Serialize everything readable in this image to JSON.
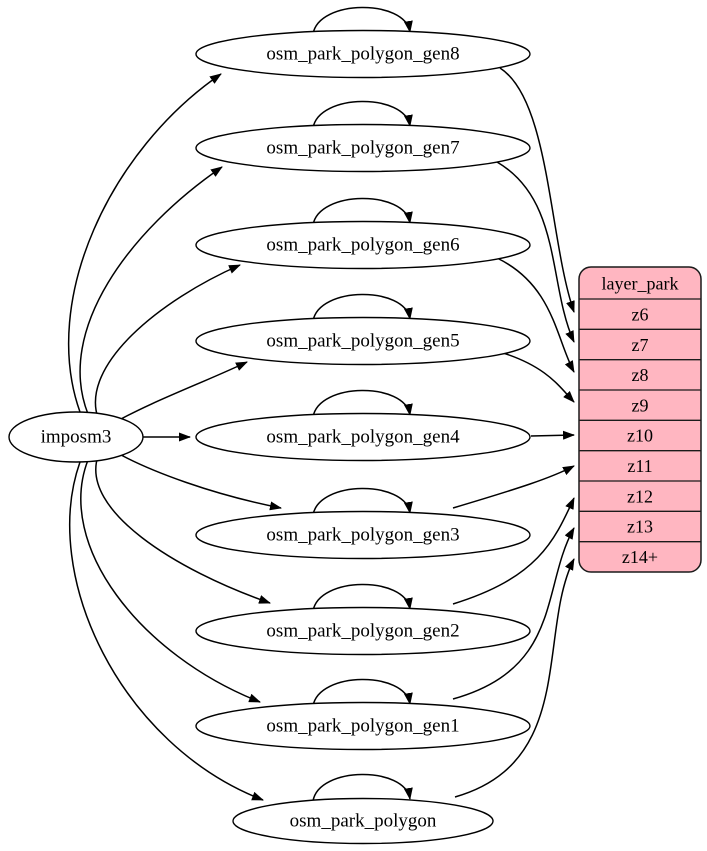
{
  "diagram": {
    "type": "graphviz-flow",
    "source": {
      "label": "imposm3"
    },
    "tables": [
      {
        "label": "osm_park_polygon_gen8",
        "target_zoom": "z6",
        "self_loop": true
      },
      {
        "label": "osm_park_polygon_gen7",
        "target_zoom": "z7",
        "self_loop": true
      },
      {
        "label": "osm_park_polygon_gen6",
        "target_zoom": "z8",
        "self_loop": true
      },
      {
        "label": "osm_park_polygon_gen5",
        "target_zoom": "z9",
        "self_loop": true
      },
      {
        "label": "osm_park_polygon_gen4",
        "target_zoom": "z10",
        "self_loop": true
      },
      {
        "label": "osm_park_polygon_gen3",
        "target_zoom": "z11",
        "self_loop": true
      },
      {
        "label": "osm_park_polygon_gen2",
        "target_zoom": "z12",
        "self_loop": true
      },
      {
        "label": "osm_park_polygon_gen1",
        "target_zoom": "z13",
        "self_loop": true
      },
      {
        "label": "osm_park_polygon",
        "target_zoom": "z14+",
        "self_loop": true
      }
    ],
    "layer": {
      "title": "layer_park",
      "rows": [
        "z6",
        "z7",
        "z8",
        "z9",
        "z10",
        "z11",
        "z12",
        "z13",
        "z14+"
      ]
    },
    "colors": {
      "layer_fill": "#ffb6c1",
      "table_fill": "#ffffff",
      "stroke": "#000000",
      "background": "#ffffff"
    }
  }
}
